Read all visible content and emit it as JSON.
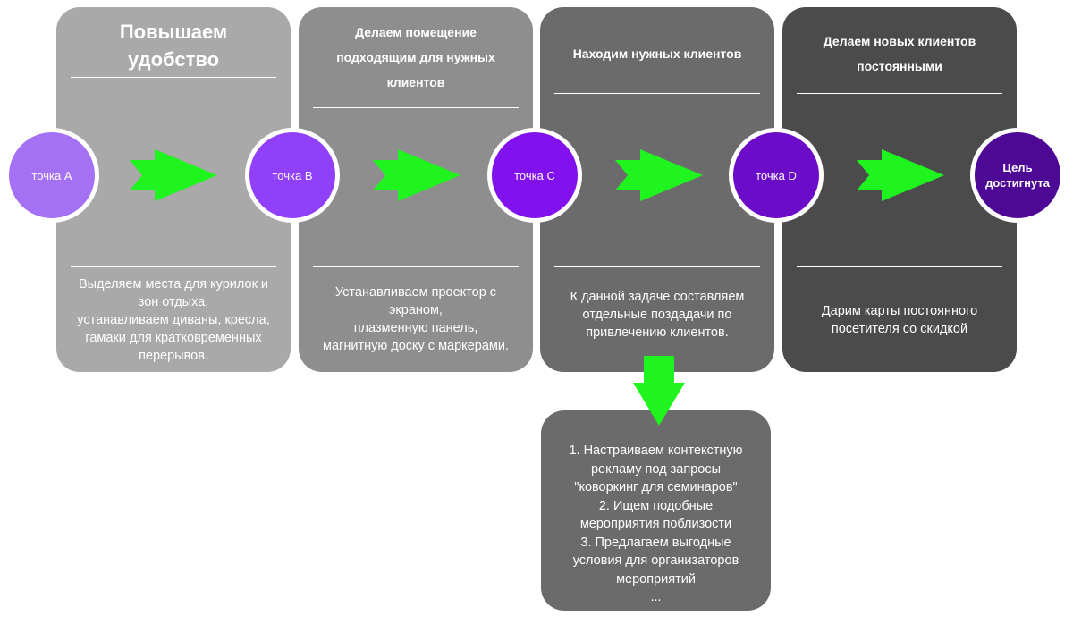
{
  "panels": [
    {
      "title": "Повышаем\nудобство",
      "description": "Выделяем места для курилок и\nзон отдыха,\nустанавливаем диваны, кресла,\nгамаки для кратковременных\nперерывов."
    },
    {
      "title": "Делаем помещение\nподходящим для нужных\nклиентов",
      "description": "Устанавливаем проектор с\nэкраном,\nплазменную панель,\nмагнитную доску с маркерами."
    },
    {
      "title": "Находим нужных клиентов",
      "description": "К данной задаче составляем\nотдельные поздадачи по\nпривлечению клиентов."
    },
    {
      "title": "Делаем новых клиентов\nпостоянными",
      "description": "Дарим  карты постоянного\nпосетителя со скидкой"
    }
  ],
  "subtasks": "1. Настраиваем контекстную\nрекламу под запросы\n\"коворкинг для семинаров\"\n2. Ищем подобные\nмероприятия поблизости\n3. Предлагаем выгодные\nусловия для организаторов\nмероприятий\n...",
  "points": [
    {
      "label": "точка А",
      "color": "#a571f4"
    },
    {
      "label": "точка В",
      "color": "#9040f8"
    },
    {
      "label": "точка С",
      "color": "#8112ee"
    },
    {
      "label": "точка D",
      "color": "#6a0cc8"
    },
    {
      "label": "Цель\nдостигнута",
      "color": "#4d0896"
    }
  ],
  "arrow_color": "#1ff41f"
}
